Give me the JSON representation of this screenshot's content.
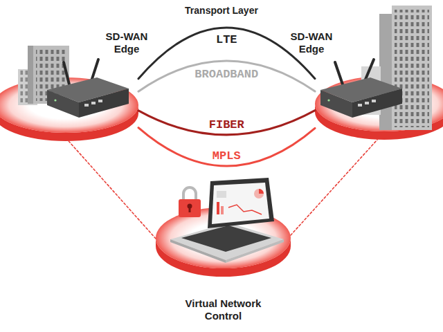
{
  "diagram": {
    "nodes": [
      {
        "text": [
          "SD-WAN Edge"
        ]
      },
      {
        "text": [
          "SD-WAN Edge"
        ]
      },
      {
        "text": [
          "Virtual Network Control"
        ]
      }
    ],
    "edges": [
      {
        "from": 0,
        "to": 1,
        "arrow": "none",
        "label": "LTE"
      },
      {
        "from": 0,
        "to": 1,
        "arrow": "none",
        "label": "BROADBAND"
      },
      {
        "from": 0,
        "to": 1,
        "arrow": "none",
        "label": "FIBER"
      },
      {
        "from": 0,
        "to": 1,
        "arrow": "none",
        "label": "MPLS"
      },
      {
        "from": 2,
        "to": 0,
        "arrow": "none"
      },
      {
        "from": 2,
        "to": 1,
        "arrow": "none"
      }
    ],
    "labels": [
      "Transport Layer"
    ]
  }
}
